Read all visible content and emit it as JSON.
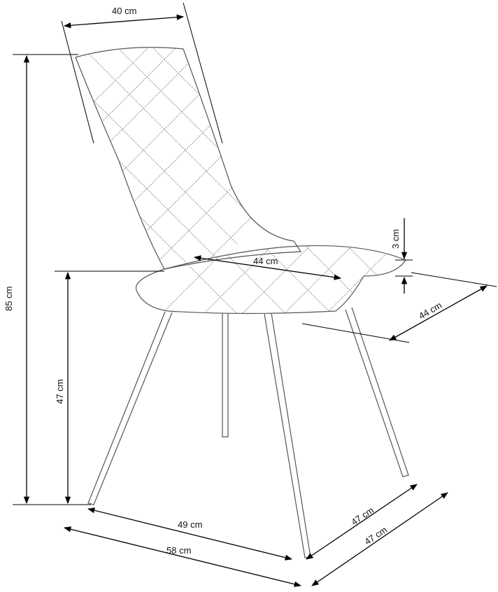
{
  "dimensions": {
    "back_width": "40 cm",
    "total_height": "85 cm",
    "seat_height": "47 cm",
    "seat_width": "44 cm",
    "seat_thickness": "3 cm",
    "seat_depth": "44 cm",
    "front_leg_span": "49 cm",
    "total_width": "58 cm",
    "side_leg_span": "47 cm",
    "total_depth": "47 cm"
  }
}
